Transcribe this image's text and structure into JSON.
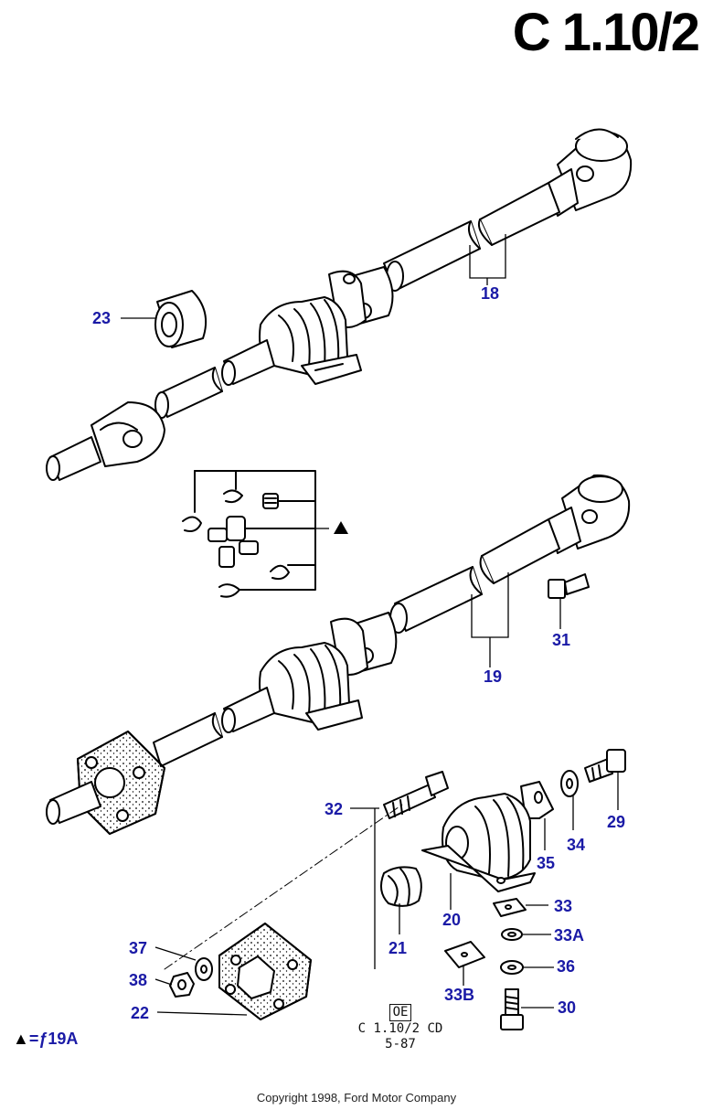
{
  "page_code": "C 1.10/2",
  "callouts": {
    "c18": "18",
    "c19": "19",
    "c20": "20",
    "c21": "21",
    "c22": "22",
    "c23": "23",
    "c29": "29",
    "c30": "30",
    "c31": "31",
    "c32": "32",
    "c33": "33",
    "c33a": "33A",
    "c33b": "33B",
    "c34": "34",
    "c35": "35",
    "c36": "36",
    "c37": "37",
    "c38": "38"
  },
  "reference_note": {
    "symbol": "▲",
    "text": "=ƒ19A"
  },
  "stamp": {
    "line1": "OE",
    "line2": "C 1.10/2 CD",
    "line3": "5-87"
  },
  "copyright": "Copyright 1998, Ford Motor Company",
  "colors": {
    "callout": "#1a1aa6",
    "line": "#000000",
    "background": "#ffffff"
  }
}
